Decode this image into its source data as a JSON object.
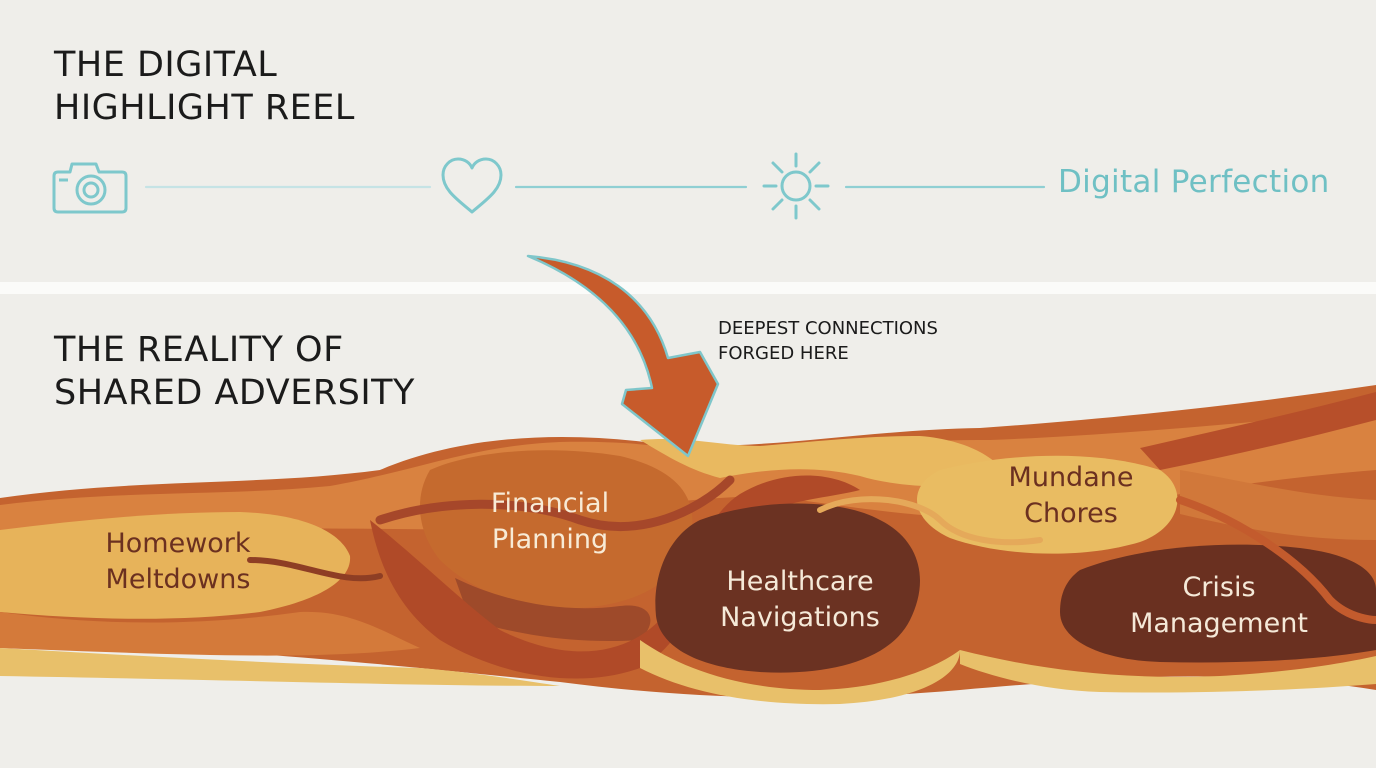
{
  "top_section": {
    "title": "THE DIGITAL\nHIGHLIGHT REEL",
    "icons": [
      "camera-icon",
      "heart-icon",
      "sun-icon"
    ],
    "end_label": "Digital Perfection"
  },
  "bottom_section": {
    "title": "THE REALITY OF\nSHARED ADVERSITY",
    "callout": "DEEPEST CONNECTIONS\nFORGED HERE",
    "regions": [
      {
        "label": "Homework\nMeltdowns"
      },
      {
        "label": "Financial\nPlanning"
      },
      {
        "label": "Healthcare\nNavigations"
      },
      {
        "label": "Mundane\nChores"
      },
      {
        "label": "Crisis\nManagement"
      }
    ]
  },
  "colors": {
    "accent_teal": "#6fc0c4",
    "arrow_orange": "#c65a2a",
    "light_gold": "#e8b75c",
    "orange": "#d2783a",
    "rust": "#b4532d",
    "dark_brown": "#6a3222",
    "text_dark": "#1b1b1b"
  }
}
